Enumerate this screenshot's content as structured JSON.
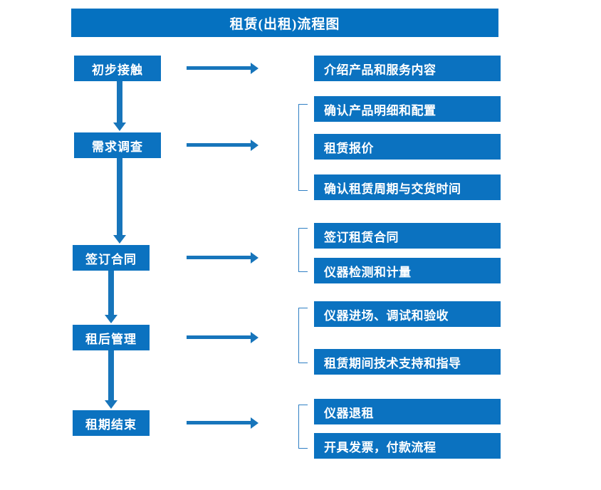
{
  "title": "租赁(出租)流程图",
  "colors": {
    "title_bg": "#0571c0",
    "box_bg": "#0b72c0",
    "arrow": "#1775bb",
    "bracket": "#2f7fc4",
    "text": "#ffffff",
    "page_bg": "#ffffff"
  },
  "stages": [
    {
      "label": "初步接触"
    },
    {
      "label": "需求调查"
    },
    {
      "label": "签订合同"
    },
    {
      "label": "租后管理"
    },
    {
      "label": "租期结束"
    }
  ],
  "details": [
    {
      "label": "介绍产品和服务内容"
    },
    {
      "label": "确认产品明细和配置"
    },
    {
      "label": "租赁报价"
    },
    {
      "label": "确认租赁周期与交货时间"
    },
    {
      "label": "签订租赁合同"
    },
    {
      "label": "仪器检测和计量"
    },
    {
      "label": "仪器进场、调试和验收"
    },
    {
      "label": "租赁期间技术支持和指导"
    },
    {
      "label": "仪器退租"
    },
    {
      "label": "开具发票，付款流程"
    }
  ]
}
